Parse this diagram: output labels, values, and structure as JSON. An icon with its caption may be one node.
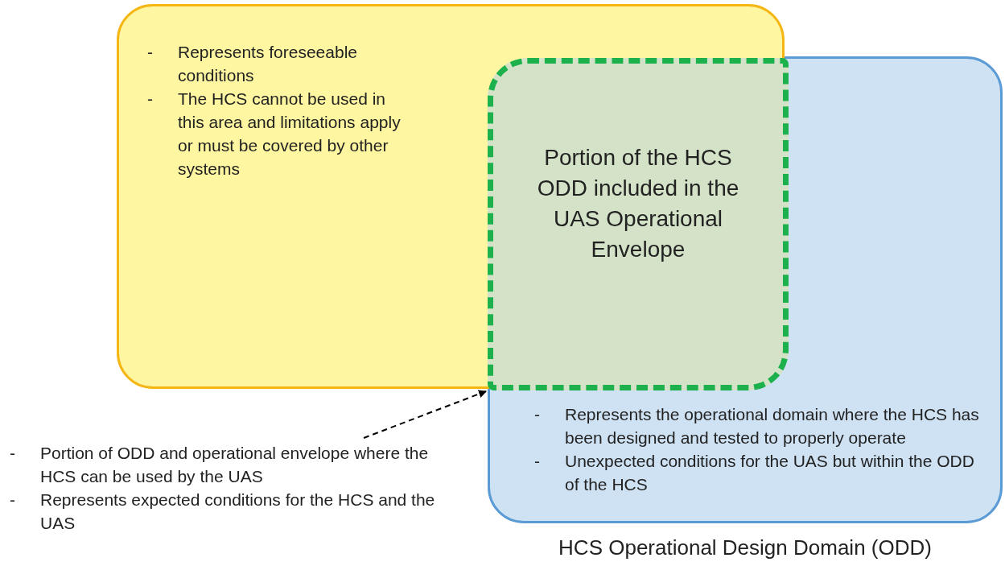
{
  "diagram": {
    "nodes": [
      {
        "text": [
          "- Represents foreseeable conditions",
          "- The HCS cannot be used in this area and limitations apply or must be covered by other systems"
        ]
      },
      {
        "text": [
          "- Represents the operational domain where the HCS has been designed and tested to properly operate",
          "- Unexpected conditions for the UAS but within the ODD of the HCS",
          "HCS Operational Design Domain (ODD)"
        ]
      },
      {
        "text": [
          "Portion of the HCS ODD included in the UAS Operational Envelope"
        ]
      },
      {
        "text": [
          "- Portion of ODD and operational envelope where the HCS can be used by the UAS",
          "- Represents expected conditions for the HCS and the UAS"
        ]
      }
    ],
    "edges": [
      {
        "from": 3,
        "to": 2,
        "arrow": "to",
        "style": "dashed"
      }
    ]
  }
}
